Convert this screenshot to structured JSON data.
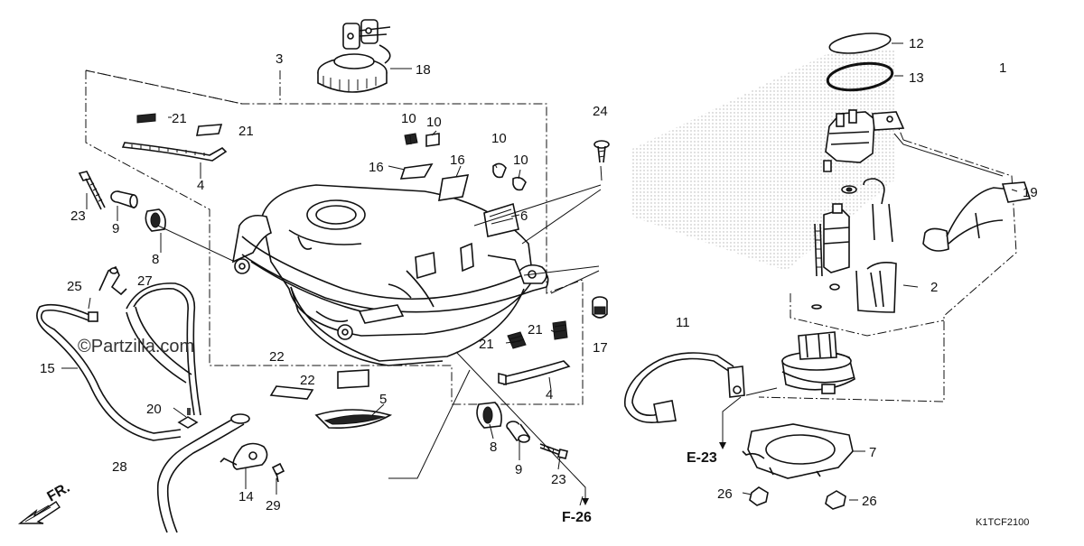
{
  "diagram": {
    "watermark": "©Partzilla.com",
    "diagram_code": "K1TCF2100",
    "front_marker": "FR.",
    "refs": {
      "e23": "E-23",
      "f26": "F-26"
    },
    "callouts": {
      "c1": "1",
      "c2": "2",
      "c3": "3",
      "c4a": "4",
      "c4b": "4",
      "c5": "5",
      "c6": "6",
      "c7": "7",
      "c8a": "8",
      "c8b": "8",
      "c9a": "9",
      "c9b": "9",
      "c10a": "10",
      "c10b": "10",
      "c10c": "10",
      "c10d": "10",
      "c11": "11",
      "c12": "12",
      "c13": "13",
      "c14": "14",
      "c15": "15",
      "c16a": "16",
      "c16b": "16",
      "c17": "17",
      "c18": "18",
      "c19": "19",
      "c20": "20",
      "c21a": "21",
      "c21b": "21",
      "c21c": "21",
      "c21d": "21",
      "c22a": "22",
      "c22b": "22",
      "c23a": "23",
      "c23b": "23",
      "c24": "24",
      "c25": "25",
      "c26a": "26",
      "c26b": "26",
      "c27": "27",
      "c28": "28",
      "c29": "29"
    }
  }
}
